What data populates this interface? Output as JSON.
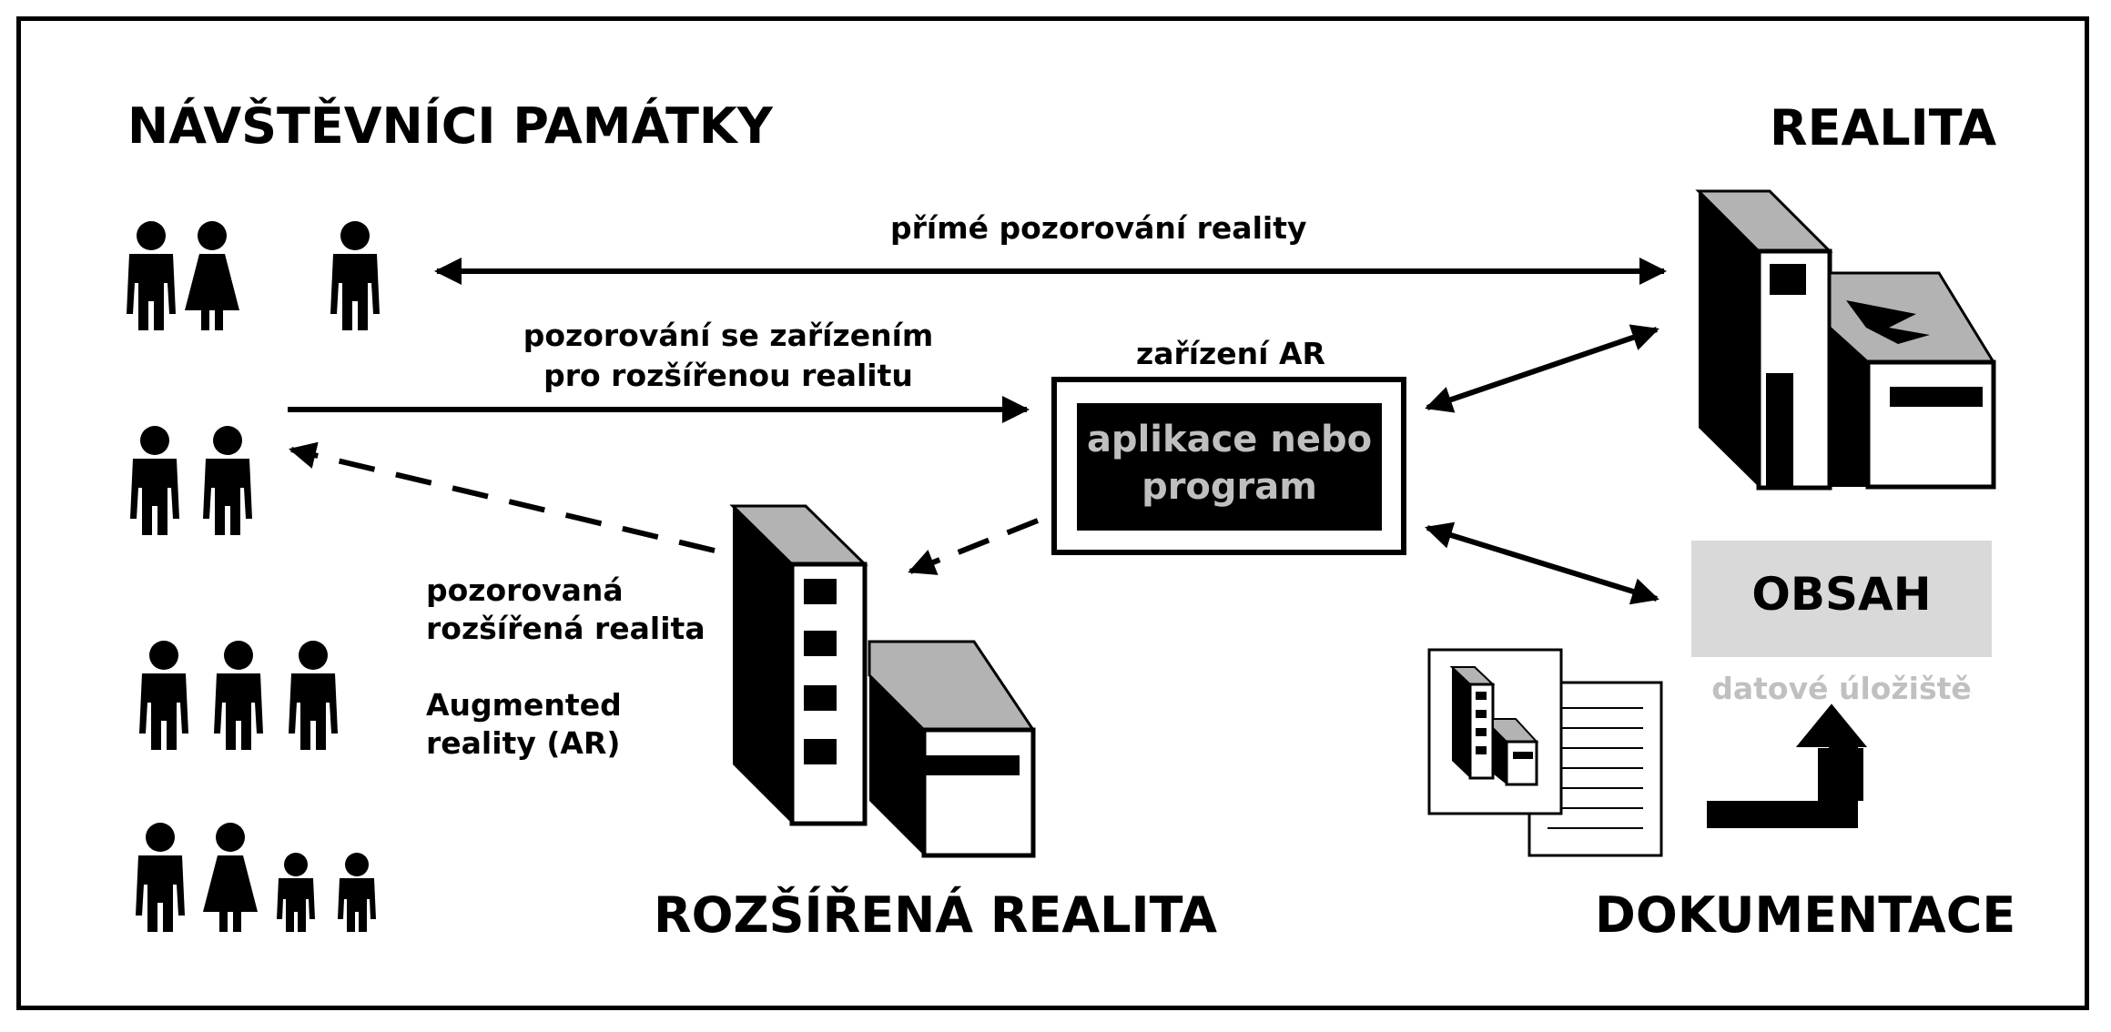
{
  "titles": {
    "visitors": "NÁVŠTĚVNÍCI PAMÁTKY",
    "reality": "REALITA",
    "augmented": "ROZŠÍŘENÁ REALITA",
    "documentation": "DOKUMENTACE"
  },
  "arrows": {
    "direct": "přímé pozorování reality",
    "device_line1": "pozorování se zařízením",
    "device_line2": "pro rozšířenou realitu"
  },
  "device": {
    "title": "zařízení AR",
    "app_line1": "aplikace nebo",
    "app_line2": "program"
  },
  "observed": {
    "line1": "pozorovaná",
    "line2": "rozšířená realita",
    "line3": "Augmented",
    "line4": "reality (AR)"
  },
  "storage": {
    "content": "OBSAH",
    "caption": "datové úložiště"
  },
  "colors": {
    "ink": "#000000",
    "gray_fill": "#b3b3b3",
    "storage_box": "#d9d9d9",
    "storage_caption": "#c0c0c0",
    "app_text": "#bfbfbf"
  }
}
